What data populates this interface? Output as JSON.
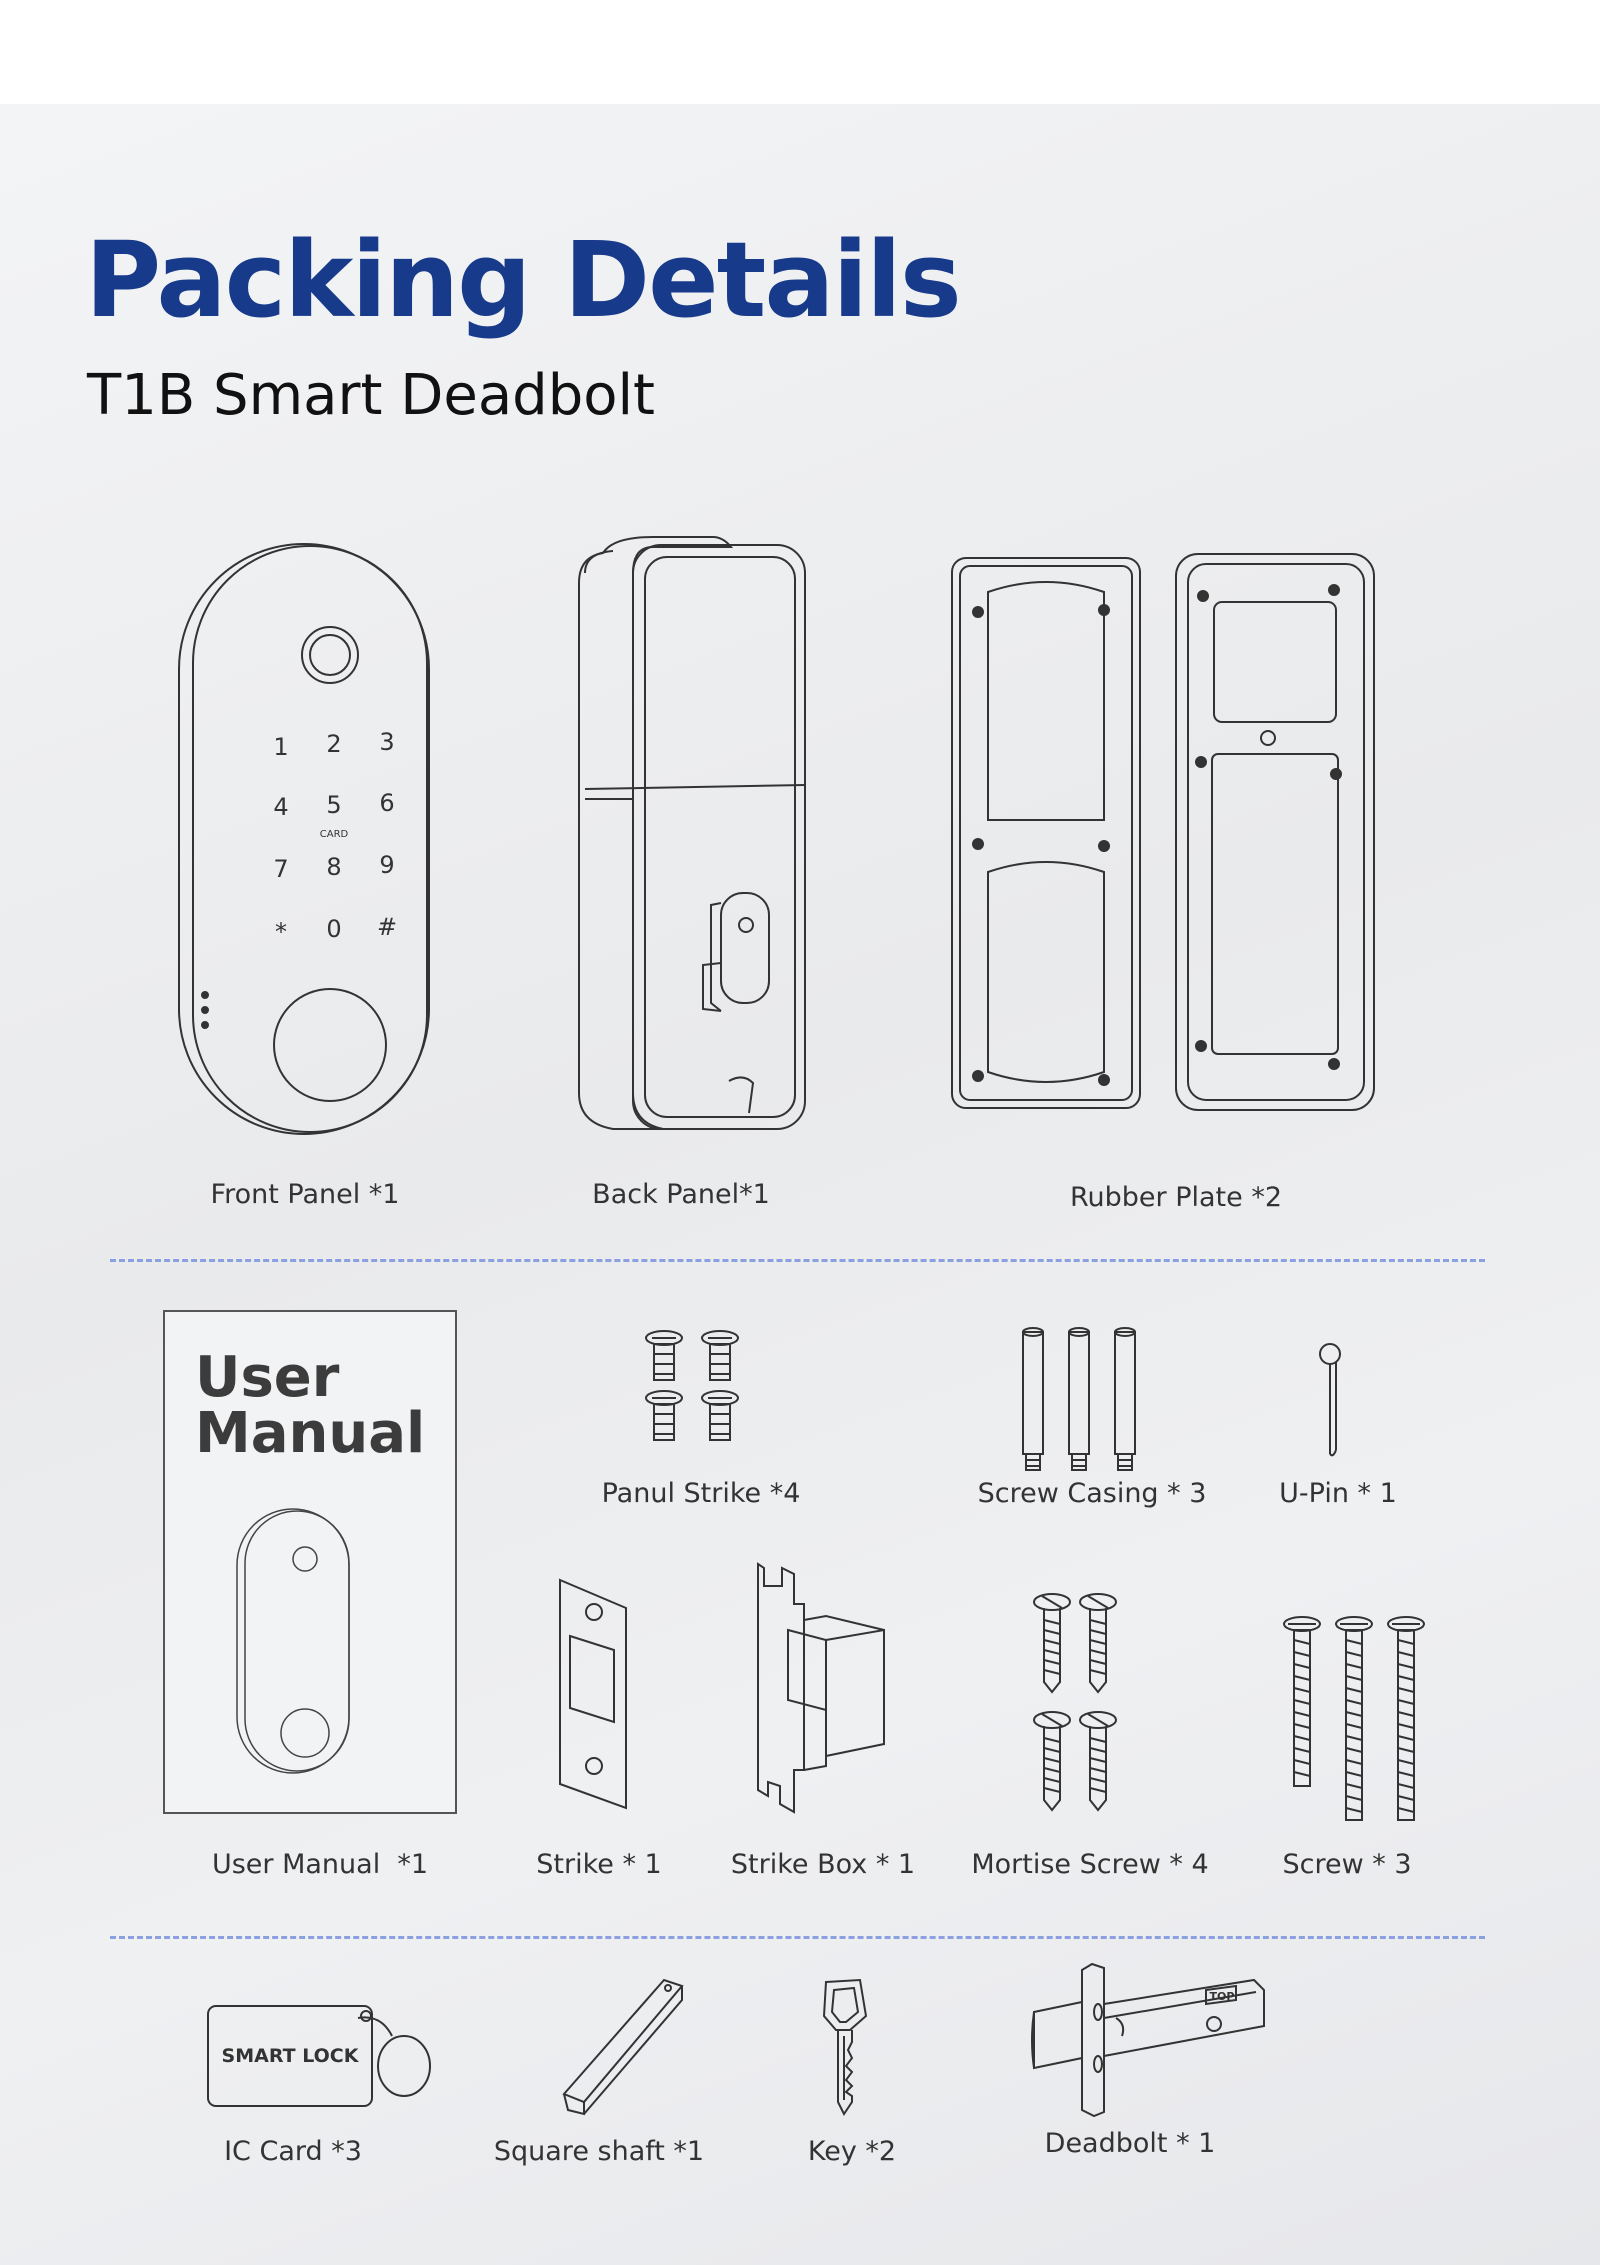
{
  "header": {
    "title": "Packing Details",
    "subtitle": "T1B Smart Deadbolt"
  },
  "keypad": {
    "keys": [
      "1",
      "2",
      "3",
      "4",
      "5",
      "6",
      "7",
      "8",
      "9",
      "*",
      "0",
      "#"
    ],
    "card_label": "CARD"
  },
  "row1": {
    "front_panel": "Front Panel *1",
    "back_panel": "Back Panel*1",
    "rubber_plate": "Rubber Plate *2"
  },
  "manual": {
    "title_line1": "User",
    "title_line2": "Manual"
  },
  "row2": {
    "panul_strike": "Panul Strike *4",
    "screw_casing": "Screw Casing * 3",
    "u_pin": "U-Pin * 1"
  },
  "row3": {
    "user_manual": "User Manual  *1",
    "strike": "Strike * 1",
    "strike_box": "Strike Box * 1",
    "mortise_screw": "Mortise Screw * 4",
    "screw": "Screw * 3"
  },
  "row4": {
    "card_text": "SMART LOCK",
    "ic_card": "IC Card *3",
    "square_shaft": "Square shaft *1",
    "key": "Key *2",
    "deadbolt": "Deadbolt * 1",
    "deadbolt_top": "TOP"
  }
}
